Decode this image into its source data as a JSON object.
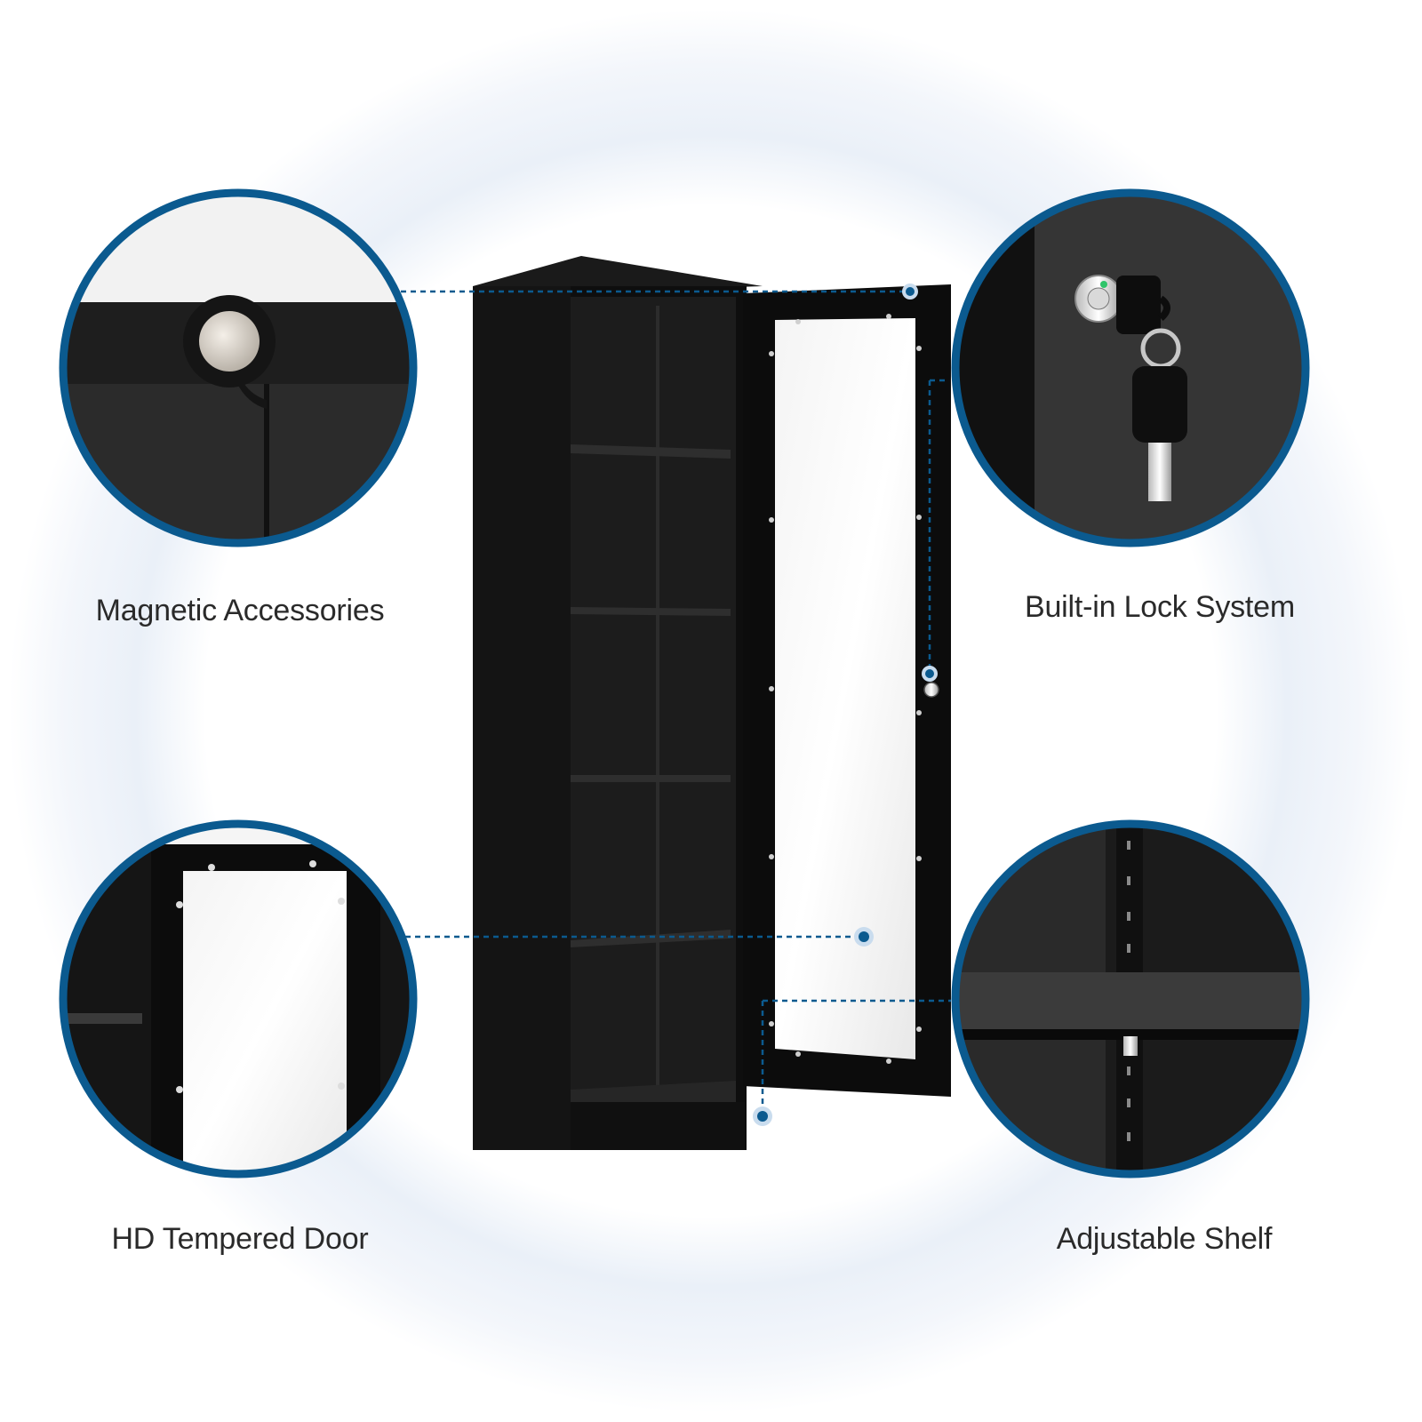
{
  "colors": {
    "accent": "#0b5a8f",
    "cabinet": "#121212",
    "background_ring": "#eef3f9"
  },
  "features": {
    "magnetic": {
      "label": "Magnetic Accessories",
      "icon": "magnet-detail"
    },
    "lock": {
      "label": "Built-in Lock System",
      "icon": "key-lock-detail"
    },
    "door": {
      "label": "HD Tempered Door",
      "icon": "glass-door-detail"
    },
    "shelf": {
      "label": "Adjustable Shelf",
      "icon": "shelf-rail-detail"
    }
  }
}
